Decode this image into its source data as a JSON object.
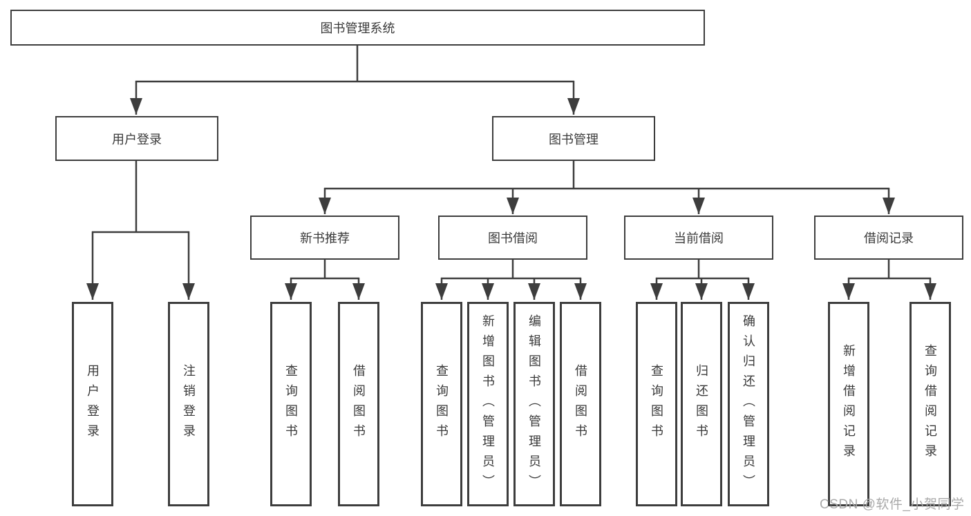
{
  "colors": {
    "line": "#3d3d3d",
    "text": "#3a3a3a",
    "watermark": "#a9a9a9",
    "background": "#ffffff"
  },
  "watermark": "CSDN @软件_小贺同学",
  "tree": {
    "label": "图书管理系统",
    "children": [
      {
        "label": "用户登录",
        "children": [
          {
            "label": "用户登录"
          },
          {
            "label": "注销登录"
          }
        ]
      },
      {
        "label": "图书管理",
        "children": [
          {
            "label": "新书推荐",
            "children": [
              {
                "label": "查询图书"
              },
              {
                "label": "借阅图书"
              }
            ]
          },
          {
            "label": "图书借阅",
            "children": [
              {
                "label": "查询图书"
              },
              {
                "label": "新增图书（管理员）"
              },
              {
                "label": "编辑图书（管理员）"
              },
              {
                "label": "借阅图书"
              }
            ]
          },
          {
            "label": "当前借阅",
            "children": [
              {
                "label": "查询图书"
              },
              {
                "label": "归还图书"
              },
              {
                "label": "确认归还（管理员）"
              }
            ]
          },
          {
            "label": "借阅记录",
            "children": [
              {
                "label": "新增借阅记录"
              },
              {
                "label": "查询借阅记录"
              }
            ]
          }
        ]
      }
    ]
  }
}
